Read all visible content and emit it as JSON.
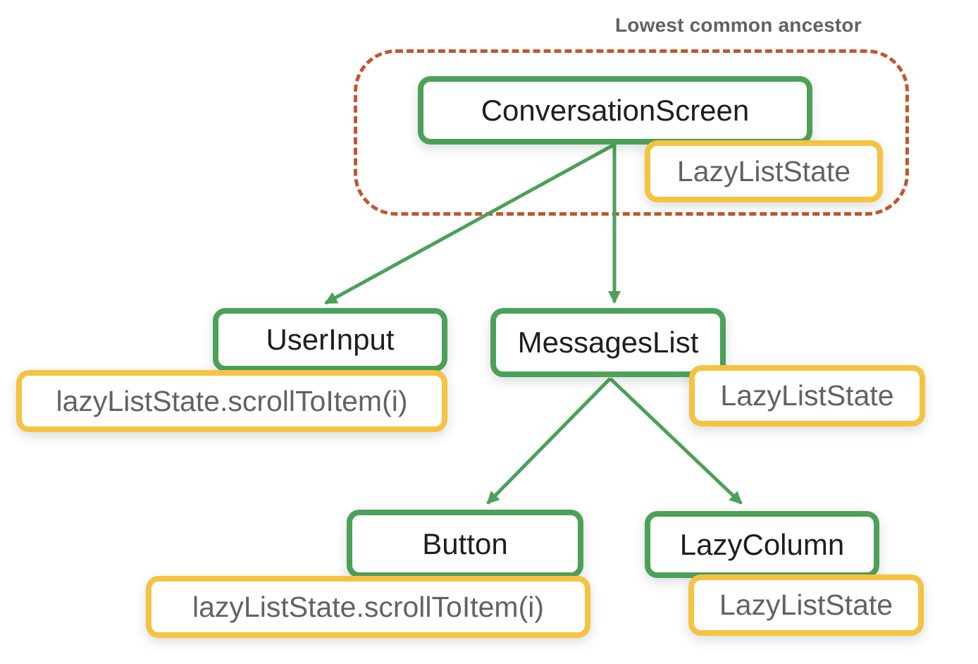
{
  "annotation": {
    "label": "Lowest common ancestor"
  },
  "palette": {
    "node_border_green": "#4ca158",
    "tag_border_yellow": "#f5c242",
    "ancestor_dashed_orange": "#c0572f",
    "node_text": "#1e1e1e",
    "tag_text": "#5f6368",
    "annotation_text": "#5f6368",
    "arrow_green": "#4ca158"
  },
  "nodes": {
    "conversation_screen": {
      "label": "ConversationScreen"
    },
    "user_input": {
      "label": "UserInput"
    },
    "messages_list": {
      "label": "MessagesList"
    },
    "button": {
      "label": "Button"
    },
    "lazy_column": {
      "label": "LazyColumn"
    }
  },
  "tags": {
    "conversation_screen_state": {
      "label": "LazyListState"
    },
    "user_input_call": {
      "label": "lazyListState.scrollToItem(i)"
    },
    "messages_list_state": {
      "label": "LazyListState"
    },
    "button_call": {
      "label": "lazyListState.scrollToItem(i)"
    },
    "lazy_column_state": {
      "label": "LazyListState"
    }
  },
  "edges": [
    {
      "from": "ConversationScreen",
      "to": "UserInput"
    },
    {
      "from": "ConversationScreen",
      "to": "MessagesList"
    },
    {
      "from": "MessagesList",
      "to": "Button"
    },
    {
      "from": "MessagesList",
      "to": "LazyColumn"
    }
  ]
}
